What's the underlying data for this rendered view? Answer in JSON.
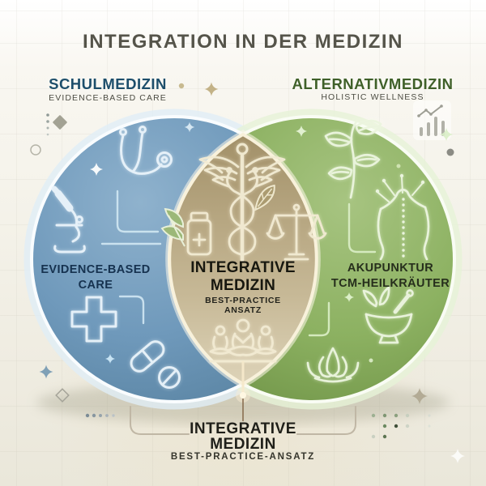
{
  "title": "INTEGRATION IN DER MEDIZIN",
  "header": {
    "left": {
      "heading": "SCHULMEDIZIN",
      "subheading": "EVIDENCE-BASED CARE"
    },
    "right": {
      "heading": "ALTERNATIVMEDIZIN",
      "subheading": "HOLISTIC WELLNESS"
    }
  },
  "venn": {
    "left_circle": {
      "label_line1": "EVIDENCE-BASED",
      "label_line2": "CARE",
      "color": "#6d97ba",
      "icons": [
        "stethoscope-icon",
        "microscope-icon",
        "medical-cross-icon",
        "capsule-pill-icon"
      ]
    },
    "right_circle": {
      "label_line1": "AKUPUNKTUR",
      "label_line2": "TCM-HEILKRÄUTER",
      "color": "#8db261",
      "icons": [
        "herb-branch-icon",
        "acupuncture-icon",
        "mortar-pestle-icon",
        "lotus-icon"
      ]
    },
    "overlap": {
      "label_line1": "INTEGRATIVE",
      "label_line2": "MEDIZIN",
      "sub_line1": "BEST-PRACTICE",
      "sub_line2": "ANSATZ",
      "color": "#c0b18d",
      "icons": [
        "caduceus-icon",
        "herbal-bottle-icon",
        "balance-scale-icon",
        "meditation-icon"
      ]
    }
  },
  "footer": {
    "label_line1": "INTEGRATIVE",
    "label_line2": "MEDIZIN",
    "subtitle": "BEST-PRACTICE-ANSATZ"
  },
  "decorations": {
    "top_right": "bar-chart-icon",
    "misc": [
      "sparkle-icon",
      "dots-pattern",
      "diamond-icon",
      "grid-lines",
      "energy-line"
    ]
  },
  "colors": {
    "title_text": "#55544a",
    "left_heading_text": "#1d4e6b",
    "right_heading_text": "#3f6029",
    "subheading_text": "#4c4c43",
    "left_label_text": "#16324f",
    "right_label_text": "#262e1c",
    "center_label_text": "#17170f",
    "background": "#f3f1e8",
    "blue_circle": "#6d97ba",
    "green_circle": "#8db261",
    "overlap_tan": "#c0b18d"
  }
}
